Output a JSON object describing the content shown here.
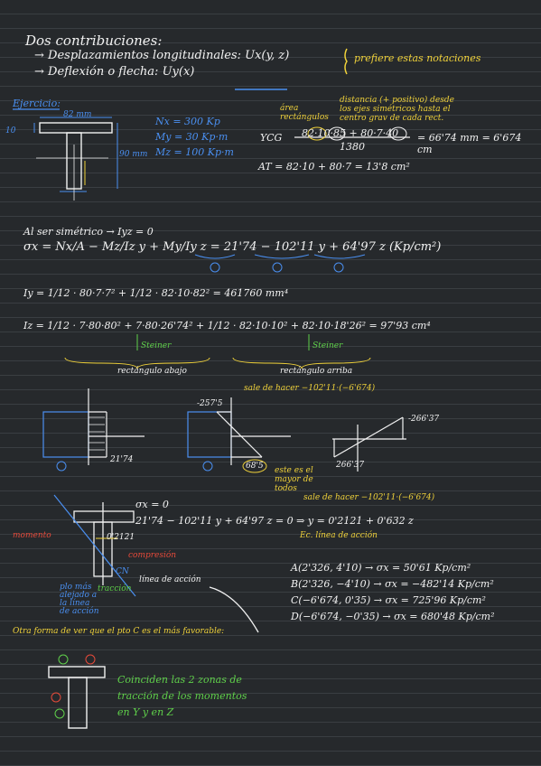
{
  "header": {
    "title": "Dos contribuciones:",
    "line1": "→ Desplazamientos longitudinales: Ux(y, z)",
    "line2": "→ Deflexión o flecha: Uy(x)",
    "note": "prefiere estas notaciones"
  },
  "exercise": {
    "label": "Ejercicio:",
    "dim_top": "82 mm",
    "dim_left": "10",
    "dim_height": "90 mm",
    "nx": "Nx = 300 Kp",
    "my": "My = 30 Kp·m",
    "mz": "Mz = 100 Kp·m",
    "ycg_label": "YCG",
    "area_label": "área rectángulos",
    "dist_label": "distancia (+ positivo) desde los ejes simétricos hasta el centro grav de cada rect.",
    "ycg_num": "82·10·85 + 80·7·40",
    "ycg_den": "1380",
    "ycg_result": "= 66'74 mm = 6'674 cm",
    "area": "AT = 82·10 + 80·7 = 13'8 cm²"
  },
  "sym": {
    "line": "Al ser simétrico → Iyz = 0",
    "sigma": "σx = Nx/A − Mz/Iz y + My/Iy z = 21'74 − 102'11 y + 64'97 z   (Kp/cm²)",
    "iy": "Iy = 1/12 · 80·7·7² + 1/12 · 82·10·82² = 461760 mm⁴",
    "iz": "Iz = 1/12 · 7·80·80² + 7·80·26'74² + 1/12 · 82·10·10² + 82·10·18'26² = 97'93 cm⁴",
    "steiner1": "Steiner",
    "steiner2": "Steiner",
    "rect_bottom": "rectángulo abajo",
    "rect_top": "rectángulo arriba"
  },
  "diagrams": {
    "d1_value": "21'74",
    "d2_top": "-257'5",
    "d2_bottom": "68'5",
    "d2_note_top": "sale de hacer −102'11·(−6'674)",
    "d2_note_bottom": "este es el mayor de todos",
    "d3_top": "-266'37",
    "d3_bottom": "266'37",
    "d3_note": "sale de hacer −102'11·(−6'674)"
  },
  "neutral": {
    "sigma0": "σx = 0",
    "eq": "21'74 − 102'11 y + 64'97 z = 0 ⇒ y = 0'2121 + 0'632 z",
    "ec": "Ec. línea de acción",
    "tension": "tracción",
    "compression": "compresión",
    "action_line": "línea de acción",
    "value": "0'2121",
    "cn": "CN",
    "plo": "plo más alejado a la línea de acción",
    "momento": "momento"
  },
  "points": [
    "A(2'326, 4'10) → σx = 50'61 Kp/cm²",
    "B(2'326, −4'10) → σx = −482'14 Kp/cm²",
    "C(−6'674, 0'35) → σx = 725'96 Kp/cm²",
    "D(−6'674, −0'35) → σx = 680'48 Kp/cm²"
  ],
  "other": {
    "title": "Otra forma de ver que el pto C es el más favorable:",
    "note": "Coinciden las 2 zonas de tracción de los momentos en Y y en Z"
  }
}
